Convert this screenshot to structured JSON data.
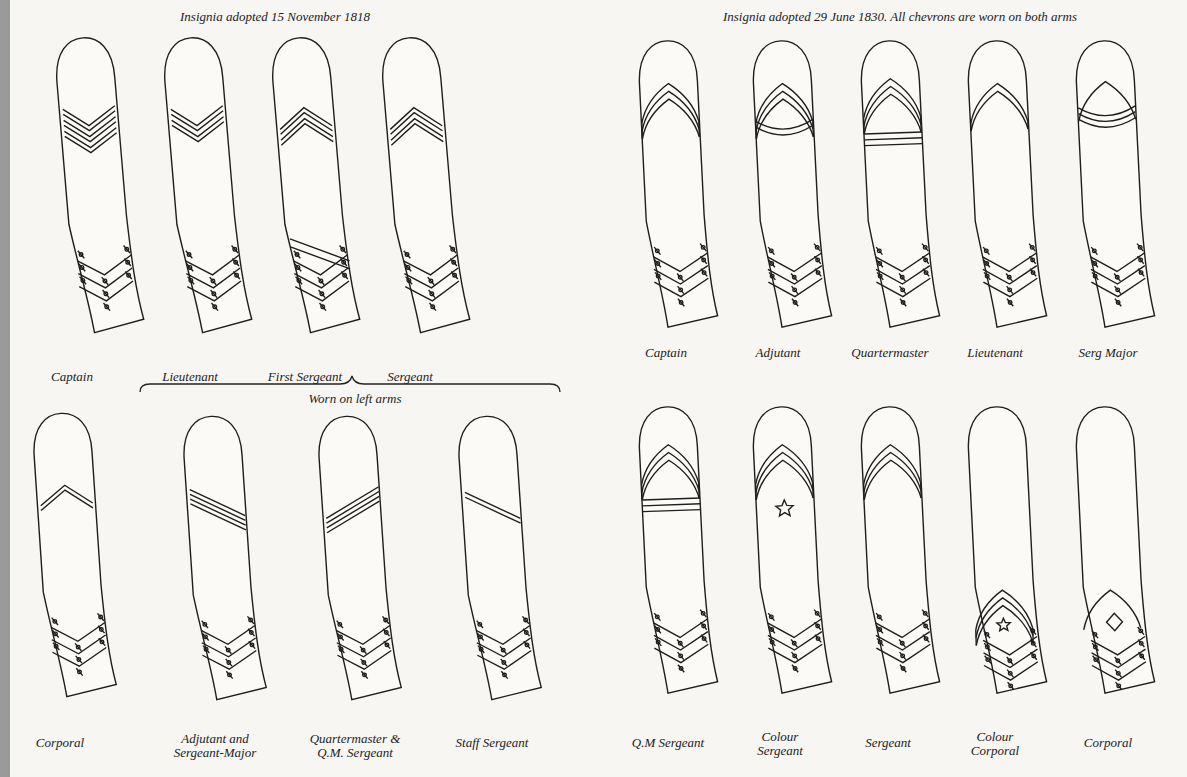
{
  "diagram": {
    "labels": [
      "Insignia adopted 15 November 1818",
      "Insignia adopted 29 June 1830. All chevrons are worn on both arms",
      "Captain",
      "Lieutenant",
      "First Sergeant",
      "Sergeant",
      "Captain",
      "Adjutant",
      "Quartermaster",
      "Lieutenant",
      "Serg Major",
      "Worn on left arms",
      "Corporal",
      "Adjutant and Sergeant-Major",
      "Quartermaster & Q.M. Sergeant",
      "Staff Sergeant",
      "Q.M Sergeant",
      "Colour Sergeant",
      "Sergeant",
      "Colour Corporal",
      "Corporal"
    ]
  }
}
